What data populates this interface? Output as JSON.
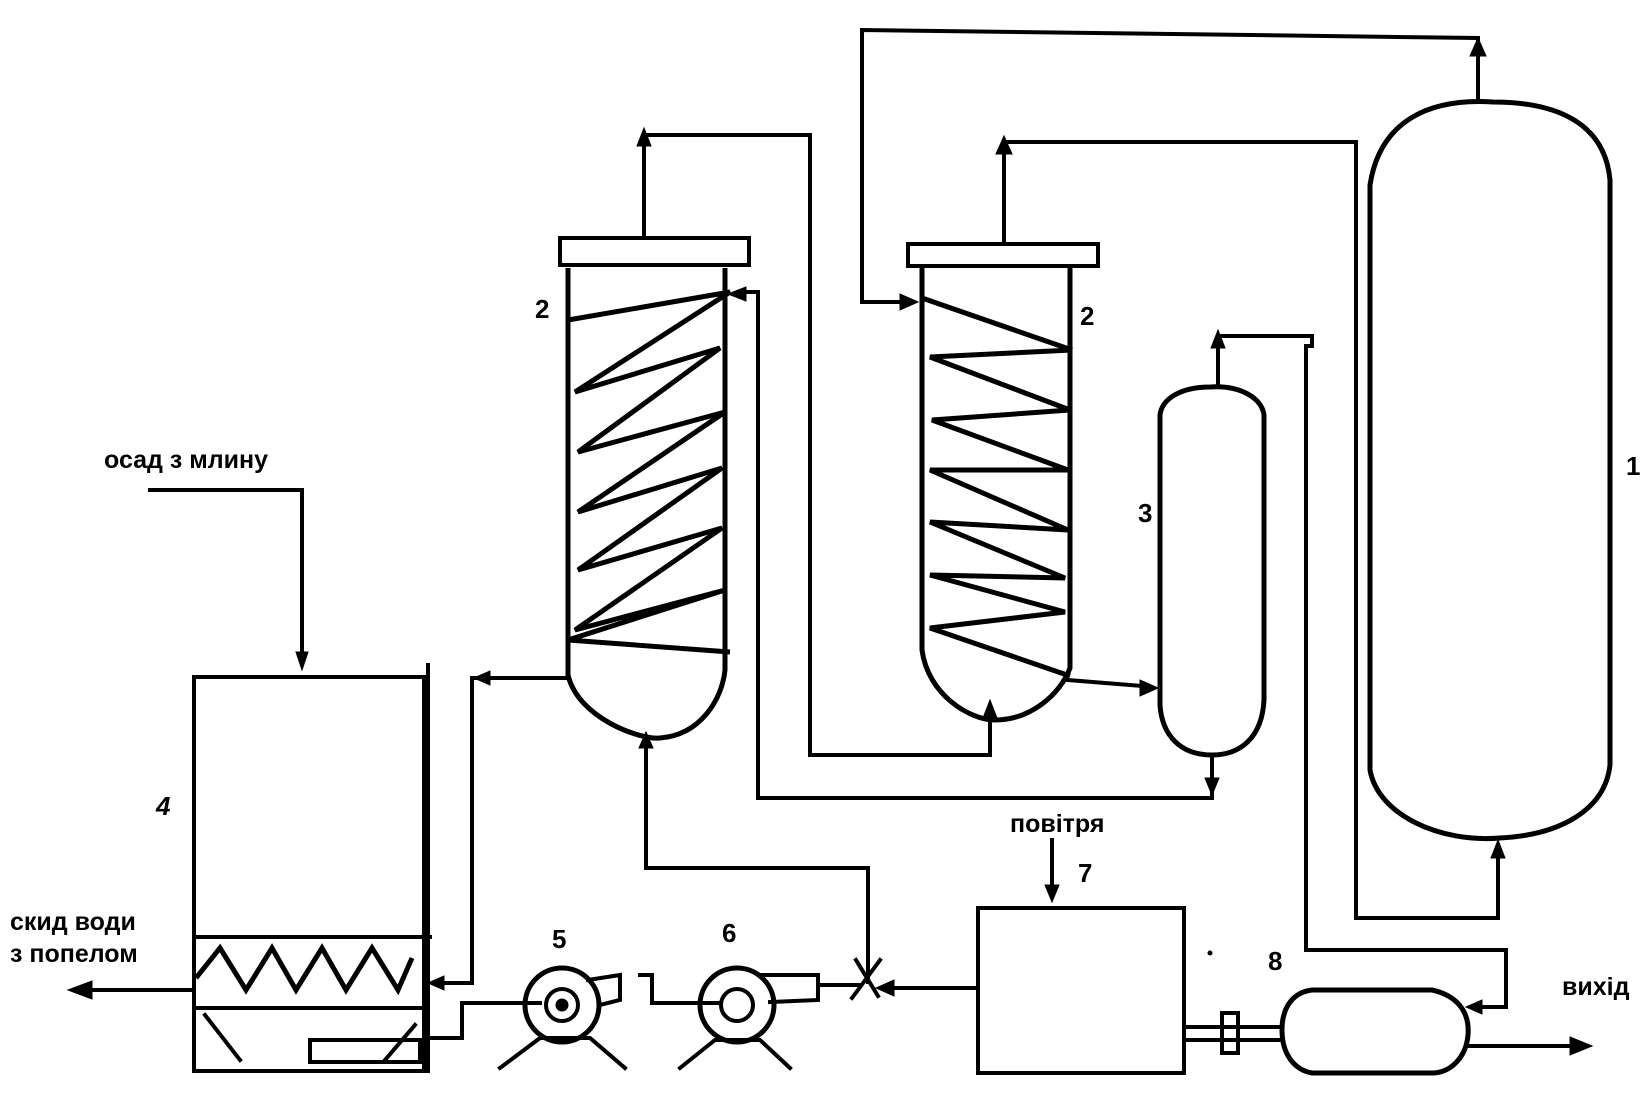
{
  "labels": {
    "sludge_input": "осад з млину",
    "ash_drain_line1": "скид води",
    "ash_drain_line2": "з попелом",
    "air": "повітря",
    "exit": "вихід"
  },
  "equipment_numbers": {
    "reactor_column": "1",
    "heat_exchanger_left": "2",
    "heat_exchanger_right": "2",
    "separator": "3",
    "tank": "4",
    "pump_5": "5",
    "pump_6": "6",
    "compressor": "7",
    "turbine": "8"
  }
}
